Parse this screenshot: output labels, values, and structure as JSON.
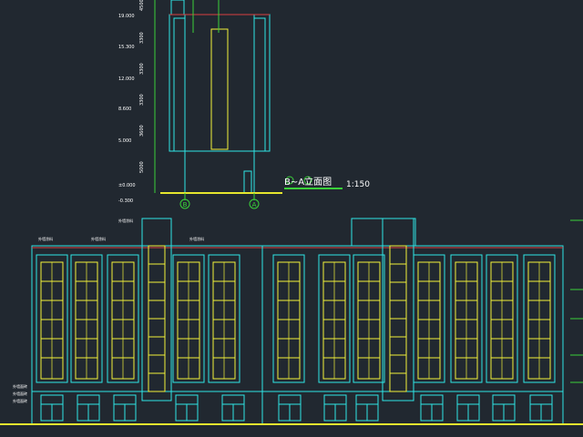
{
  "drawing": {
    "title": "B~A立面图",
    "scale": "1:150",
    "axis_left": "B",
    "axis_right": "A",
    "level_top": "0.000",
    "level_bottom": "-0.300"
  },
  "elevation_labels": [
    "19.000",
    "15.300",
    "12.000",
    "8.600",
    "5.000",
    "±0.000",
    "-0.300"
  ],
  "dimension_labels": [
    "4500",
    "3300",
    "3300",
    "3300",
    "3600",
    "5000"
  ],
  "note_labels": [
    "外墙涂料",
    "外墙涂料",
    "外墙涂料",
    "外墙涂料",
    "外墙面砖",
    "外墙面砖",
    "外墙面砖"
  ],
  "colors": {
    "background": "#212830",
    "wall": "#2ee6e6",
    "window": "#f2f23a",
    "dimension": "#3ad13a",
    "ground": "#e6e62e",
    "parapet": "#d94040"
  }
}
